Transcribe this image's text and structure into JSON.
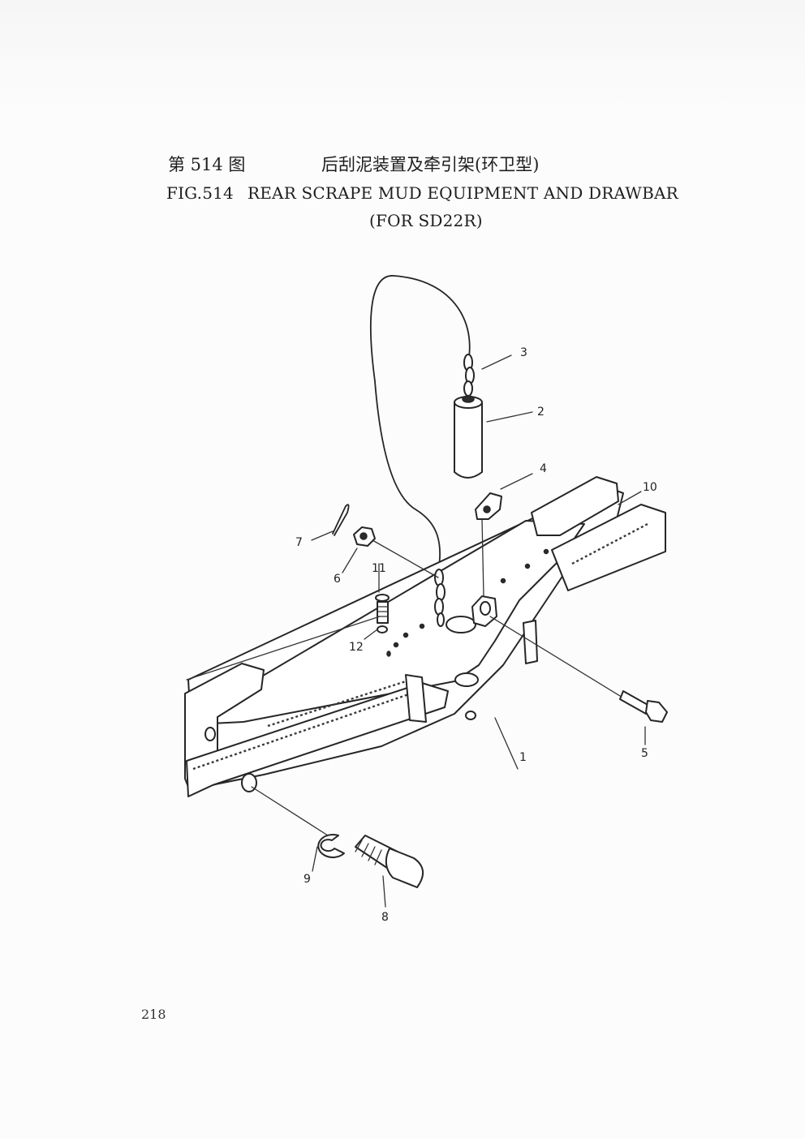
{
  "header": {
    "cn_figure_label": "第 514 图",
    "cn_title": "后刮泥装置及牵引架(环卫型)",
    "en_figure_label": "FIG.514",
    "en_title": "REAR SCRAPE MUD EQUIPMENT AND DRAWBAR",
    "en_subtitle": "(FOR SD22R)"
  },
  "callouts": [
    "1",
    "2",
    "3",
    "4",
    "5",
    "6",
    "7",
    "8",
    "9",
    "10",
    "11",
    "12"
  ],
  "footer": {
    "page_number": "218"
  }
}
